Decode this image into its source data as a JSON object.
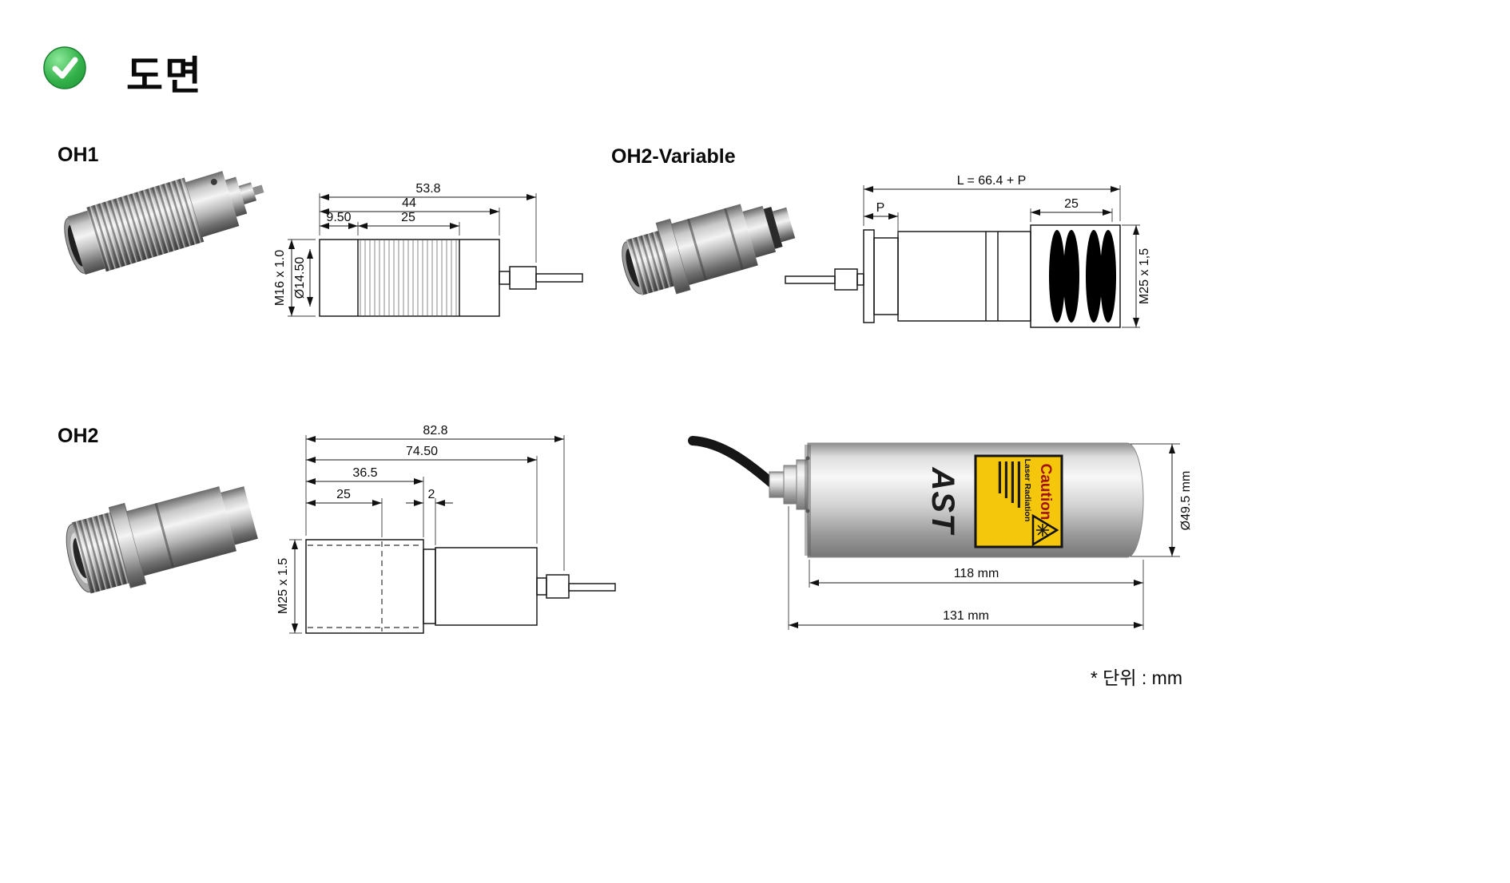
{
  "page": {
    "title": "도면",
    "unit_note": "* 단위 : mm",
    "icons": {
      "header": "check-circle-icon"
    },
    "colors": {
      "check_green": "#2fae4b",
      "caution_yellow": "#f4c70c",
      "metal_gray": "#c9c9c9",
      "line_black": "#1a1a1a"
    }
  },
  "sections": {
    "oh1": {
      "label": "OH1",
      "dims": {
        "overall": "53.8",
        "body": "44",
        "front": "9.50",
        "thread_length": "25",
        "thread_spec": "M16 x 1.0",
        "aperture": "Ø14.50"
      }
    },
    "oh2_variable": {
      "label": "OH2-Variable",
      "dims": {
        "overall": "L = 66.4 + P",
        "p": "P",
        "lens_section": "25",
        "thread_spec": "M25 x 1,5"
      }
    },
    "oh2": {
      "label": "OH2",
      "dims": {
        "overall": "82.8",
        "body": "74.50",
        "front": "36.5",
        "thread_length": "25",
        "step": "2",
        "thread_spec": "M25 x 1.5"
      }
    },
    "product": {
      "brand": "AST",
      "caution_title": "Caution",
      "caution_sub": "Laser Radiation",
      "dims": {
        "diameter": "Ø49.5 mm",
        "body_length": "118 mm",
        "overall_length": "131 mm"
      }
    }
  }
}
